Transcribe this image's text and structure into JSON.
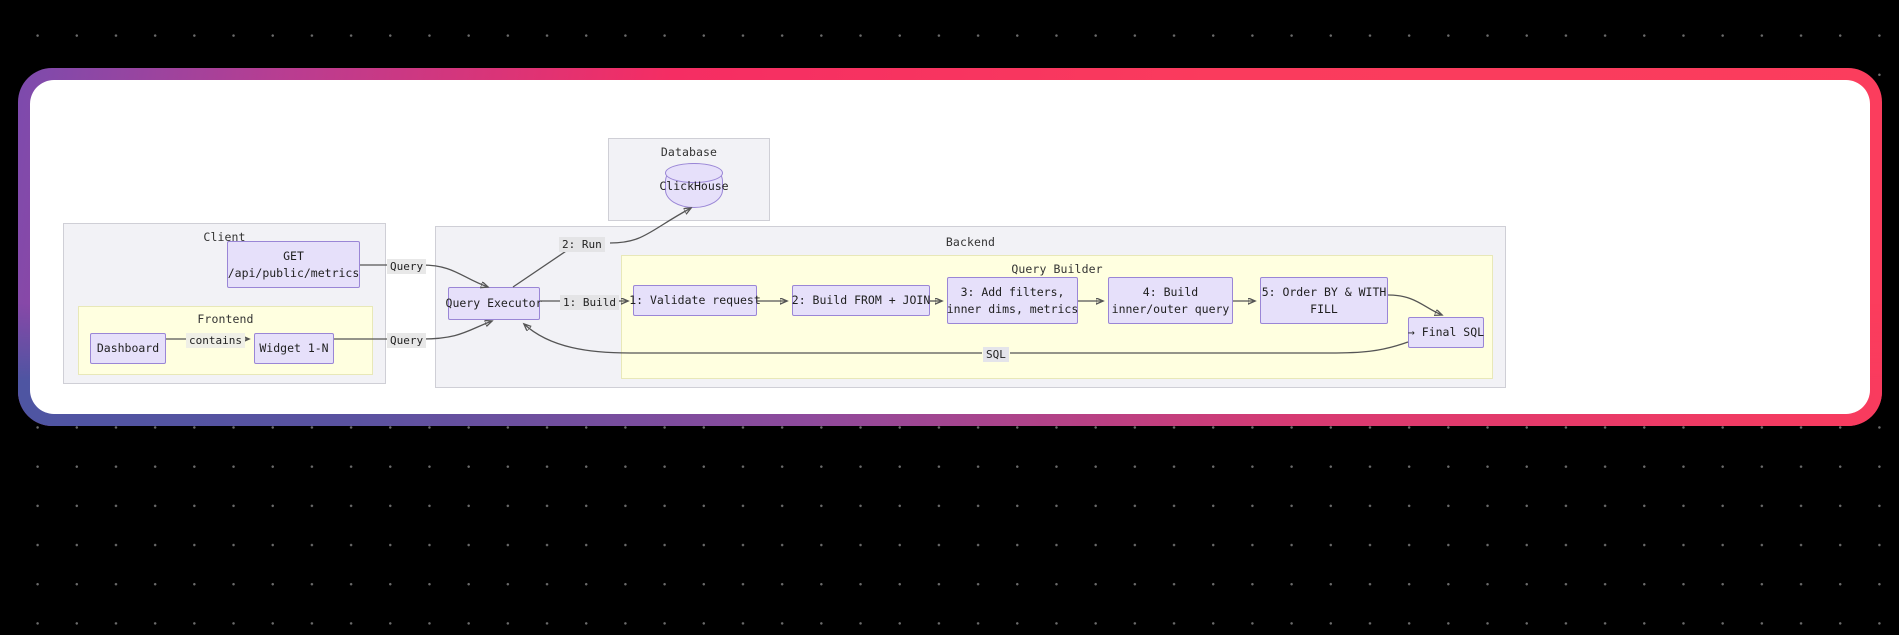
{
  "canvas": {
    "background_color": "#000000",
    "dot_color": "#6b6b6b",
    "frame_gradient_from": "#7c4bad",
    "frame_gradient_to": "#fa3b5d",
    "inner_background": "#ffffff"
  },
  "palette": {
    "node_fill": "#e6e0fa",
    "node_stroke": "#9a86d6",
    "group_grey_fill": "#f2f2f6",
    "group_grey_stroke": "#cfcfd6",
    "group_yellow_fill": "#ffffe0",
    "group_yellow_stroke": "#e8e8b8",
    "edge_stroke": "#555555",
    "edge_label_bg": "#e8e8e8"
  },
  "diagram": {
    "type": "sequence-architecture",
    "groups": [
      {
        "id": "database",
        "title": "Database"
      },
      {
        "id": "client",
        "title": "Client"
      },
      {
        "id": "frontend",
        "title": "Frontend"
      },
      {
        "id": "backend",
        "title": "Backend"
      },
      {
        "id": "query_builder",
        "title": "Query Builder"
      }
    ],
    "nodes": [
      {
        "id": "clickhouse",
        "label": "ClickHouse",
        "shape": "cylinder",
        "group": "database"
      },
      {
        "id": "get_metrics",
        "lines": [
          "GET",
          "/api/public/metrics"
        ],
        "shape": "rect",
        "group": "client"
      },
      {
        "id": "dashboard",
        "lines": [
          "Dashboard"
        ],
        "shape": "rect",
        "group": "frontend"
      },
      {
        "id": "widget",
        "lines": [
          "Widget 1-N"
        ],
        "shape": "rect",
        "group": "frontend"
      },
      {
        "id": "query_executor",
        "lines": [
          "Query Executor"
        ],
        "shape": "rect",
        "group": "backend"
      },
      {
        "id": "step1",
        "lines": [
          "1: Validate request"
        ],
        "shape": "rect",
        "group": "query_builder"
      },
      {
        "id": "step2",
        "lines": [
          "2: Build FROM + JOIN"
        ],
        "shape": "rect",
        "group": "query_builder"
      },
      {
        "id": "step3",
        "lines": [
          "3: Add filters,",
          "inner dims, metrics"
        ],
        "shape": "rect",
        "group": "query_builder"
      },
      {
        "id": "step4",
        "lines": [
          "4: Build",
          "inner/outer query"
        ],
        "shape": "rect",
        "group": "query_builder"
      },
      {
        "id": "step5",
        "lines": [
          "5: Order BY & WITH",
          "FILL"
        ],
        "shape": "rect",
        "group": "query_builder"
      },
      {
        "id": "final_sql",
        "lines": [
          "→ Final SQL"
        ],
        "shape": "rect",
        "group": "query_builder"
      }
    ],
    "edge_labels": [
      {
        "id": "query_top",
        "text": "Query"
      },
      {
        "id": "query_bottom",
        "text": "Query"
      },
      {
        "id": "run",
        "text": "2: Run"
      },
      {
        "id": "build",
        "text": "1: Build"
      },
      {
        "id": "contains",
        "text": "contains"
      },
      {
        "id": "sql",
        "text": "SQL"
      }
    ]
  }
}
